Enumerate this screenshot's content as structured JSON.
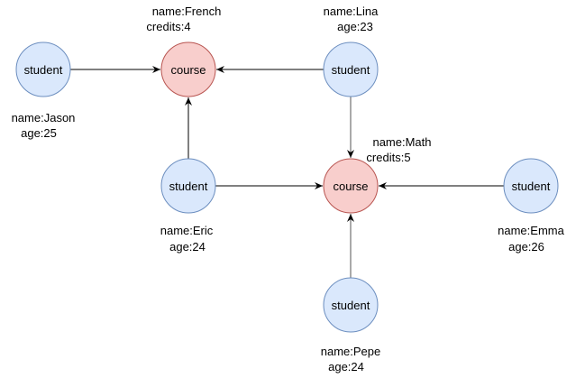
{
  "colors": {
    "student_fill": "#dae8fc",
    "student_stroke": "#6c8ebf",
    "course_fill": "#f8cecc",
    "course_stroke": "#b85450"
  },
  "nodes": {
    "jason": {
      "type": "student",
      "props": [
        "name:Jason",
        "age:25"
      ]
    },
    "french": {
      "type": "course",
      "props": [
        "name:French",
        "credits:4"
      ]
    },
    "lina": {
      "type": "student",
      "props": [
        "name:Lina",
        "age:23"
      ]
    },
    "eric": {
      "type": "student",
      "props": [
        "name:Eric",
        "age:24"
      ]
    },
    "math": {
      "type": "course",
      "props": [
        "name:Math",
        "credits:5"
      ]
    },
    "emma": {
      "type": "student",
      "props": [
        "name:Emma",
        "age:26"
      ]
    },
    "pepe": {
      "type": "student",
      "props": [
        "name:Pepe",
        "age:24"
      ]
    }
  },
  "edges": [
    {
      "from": "jason",
      "to": "french"
    },
    {
      "from": "lina",
      "to": "french"
    },
    {
      "from": "eric",
      "to": "french"
    },
    {
      "from": "lina",
      "to": "math"
    },
    {
      "from": "eric",
      "to": "math"
    },
    {
      "from": "emma",
      "to": "math"
    },
    {
      "from": "pepe",
      "to": "math"
    }
  ]
}
